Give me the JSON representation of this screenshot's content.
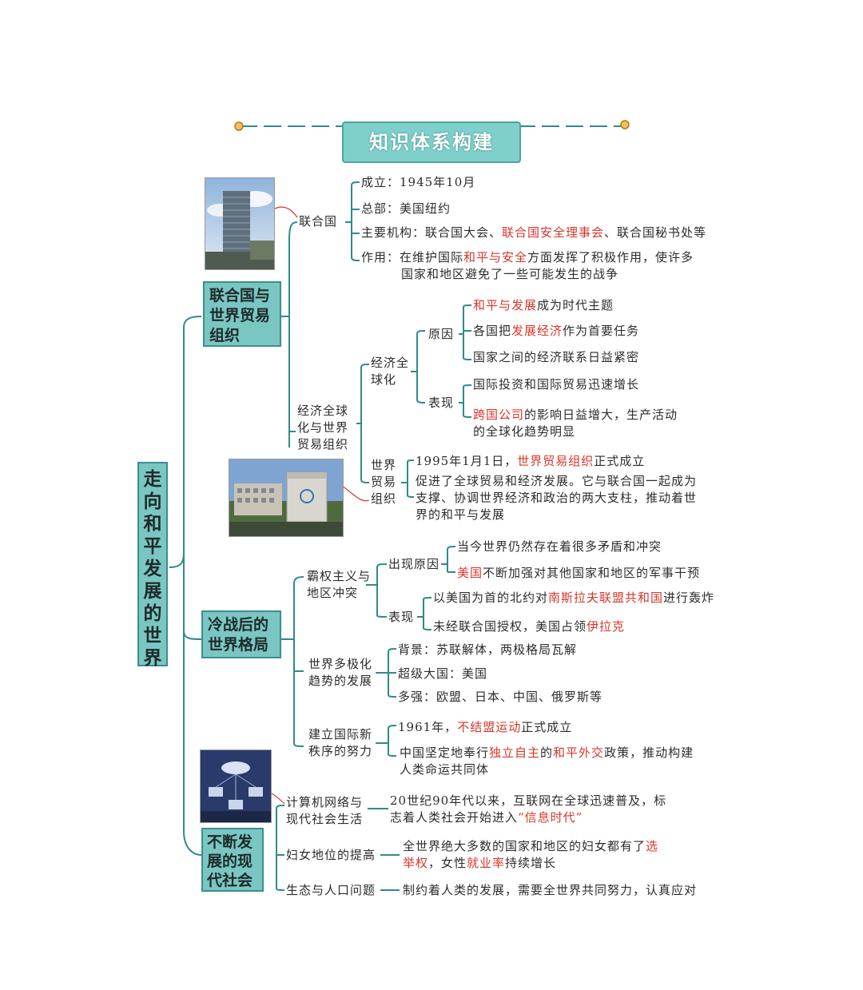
{
  "header": {
    "title": "知识体系构建"
  },
  "root": [
    "走",
    "向",
    "和",
    "平",
    "发",
    "展",
    "的",
    "世",
    "界"
  ],
  "branches": {
    "b1": {
      "line1": "联合国与",
      "line2": "世界贸易",
      "line3": "组织"
    },
    "b2": {
      "line1": "冷战后的",
      "line2": "世界格局"
    },
    "b3": {
      "line1": "不断发",
      "line2": "展的现",
      "line3": "代社会"
    }
  },
  "un": {
    "label": "联合国",
    "founded": "成立：1945年10月",
    "hq": "总部：美国纽约",
    "organs_pre": "主要机构：联合国大会、",
    "organs_red": "联合国安全理事会",
    "organs_post": "、联合国秘书处等",
    "role_pre": "作用：在维护国际",
    "role_red": "和平与安全",
    "role_post": "方面发挥了积极作用，使许多",
    "role_line2": "国家和地区避免了一些可能发生的战争"
  },
  "globalization": {
    "group_line1": "经济全球",
    "group_line2": "化与世界",
    "group_line3": "贸易组织",
    "econ_line1": "经济全",
    "econ_line2": "球化",
    "cause_label": "原因",
    "cause1_red": "和平与发展",
    "cause1_post": "成为时代主题",
    "cause2_pre": "各国把",
    "cause2_red": "发展经济",
    "cause2_post": "作为首要任务",
    "cause3": "国家之间的经济联系日益紧密",
    "show_label": "表现",
    "show1": "国际投资和国际贸易迅速增长",
    "show2_red": "跨国公司",
    "show2_post": "的影响日益增大，生产活动",
    "show2_line2": "的全球化趋势明显",
    "wto_line1": "世界",
    "wto_line2": "贸易",
    "wto_line3": "组织",
    "wto1_pre": "1995年1月1日，",
    "wto1_red": "世界贸易组织",
    "wto1_post": "正式成立",
    "wto2_line1": "促进了全球贸易和经济发展。它与联合国一起成为",
    "wto2_line2": "支撑、协调世界经济和政治的两大支柱，推动着世",
    "wto2_line3": "界的和平与发展"
  },
  "coldwar": {
    "hegemony_line1": "霸权主义与",
    "hegemony_line2": "地区冲突",
    "cause_label": "出现原因",
    "cause1": "当今世界仍然存在着很多矛盾和冲突",
    "cause2_red": "美国",
    "cause2_post": "不断加强对其他国家和地区的军事干预",
    "show_label": "表现",
    "show1_pre": "以美国为首的北约对",
    "show1_red": "南斯拉夫联盟共和国",
    "show1_post": "进行轰炸",
    "show2_pre": "未经联合国授权，美国占领",
    "show2_red": "伊拉克",
    "multi_line1": "世界多极化",
    "multi_line2": "趋势的发展",
    "multi1": "背景：苏联解体，两极格局瓦解",
    "multi2": "超级大国：美国",
    "multi3": "多强：欧盟、日本、中国、俄罗斯等",
    "order_line1": "建立国际新",
    "order_line2": "秩序的努力",
    "order1_pre": "1961年，",
    "order1_red": "不结盟运动",
    "order1_post": "正式成立",
    "order2_pre": "中国坚定地奉行",
    "order2_red1": "独立自主",
    "order2_mid": "的",
    "order2_red2": "和平外交",
    "order2_post": "政策，推动构建",
    "order2_line2": "人类命运共同体"
  },
  "modern": {
    "net_line1": "计算机网络与",
    "net_line2": "现代社会生活",
    "net_text1": "20世纪90年代以来，互联网在全球迅速普及，标",
    "net_text2_pre": "志着人类社会开始进入",
    "net_text2_red": "“信息时代”",
    "women_label": "妇女地位的提高",
    "women1_pre": "全世界绝大多数的国家和地区的妇女都有了",
    "women1_red": "选",
    "women2_red1": "举权",
    "women2_mid": "，女性",
    "women2_red2": "就业率",
    "women2_post": "持续增长",
    "eco_label": "生态与人口问题",
    "eco_text": "制约着人类的发展，需要全世界共同努力，认真应对"
  },
  "colors": {
    "teal": "#7ac6c2",
    "teal_dark": "#3b8f8b",
    "red": "#d9362b",
    "line": "#3b8f8b"
  }
}
